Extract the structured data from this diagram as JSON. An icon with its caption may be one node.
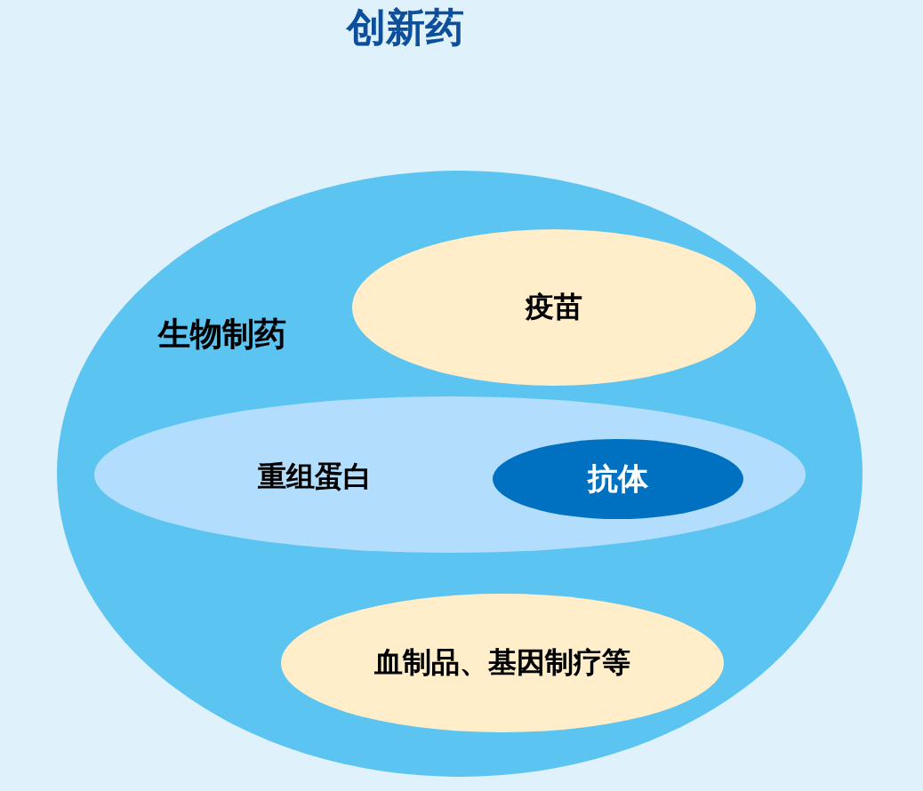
{
  "diagram": {
    "title": "创新药",
    "nodes": [
      {
        "text": [
          "生物制药"
        ]
      },
      {
        "text": [
          "疫苗"
        ],
        "in": 0
      },
      {
        "text": [
          "重组蛋白"
        ],
        "in": 0
      },
      {
        "text": [
          "抗体"
        ],
        "in": 2
      },
      {
        "text": [
          "血制品、基因制疗等"
        ],
        "in": 0
      }
    ]
  }
}
